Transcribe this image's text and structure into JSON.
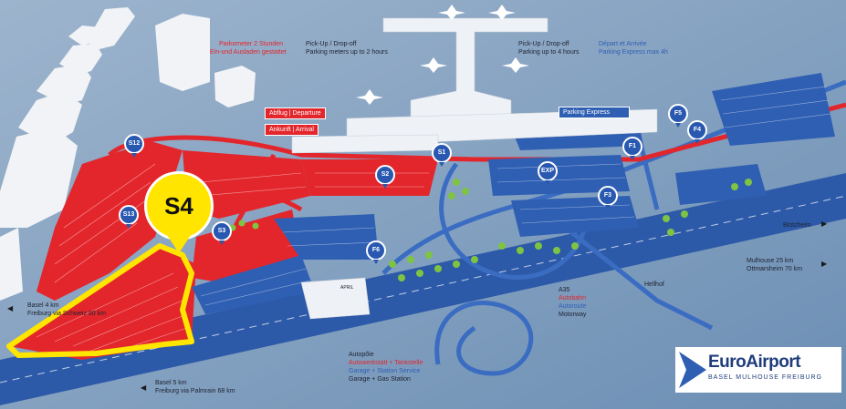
{
  "map": {
    "terminal_labels": {
      "departure": "Abflug | Departure",
      "arrival": "Ankunft | Arrival",
      "parking_express": "Parking Express"
    },
    "pickup_left": {
      "red_line1": "Parkometer 2 Stunden",
      "red_line2": "Ein-und Ausladen gestattet",
      "dark_line1": "Pick-Up / Drop-off",
      "dark_line2": "Parking meters up to 2 hours"
    },
    "pickup_right": {
      "dark_line1": "Pick-Up / Drop-off",
      "dark_line2": "Parking up to 4 hours",
      "blue_line1": "Départ et Arrivée",
      "blue_line2": "Parking Express max 4h"
    },
    "markers": {
      "S1": "S1",
      "S2": "S2",
      "S3": "S3",
      "S4": "S4",
      "S12": "S12",
      "S13": "S13",
      "F1": "F1",
      "F3": "F3",
      "F4": "F4",
      "F5": "F5",
      "F6": "F6",
      "EXP": "EXP"
    },
    "directions": {
      "blotzheim": "Blotzheim",
      "mulhouse": "Mulhouse 25 km",
      "ottmarsheim": "Ottmarsheim 70 km",
      "basel4": "Basel 4 km",
      "freiburg_schweiz": "Freiburg via Schweiz 80 km",
      "basel5": "Basel 5 km",
      "freiburg_palmrain": "Freiburg via Palmrain 68 km",
      "hellhof": "Hellhof"
    },
    "a35": {
      "title": "A35",
      "red": "Autobahn",
      "blue": "Autoroute",
      "dark": "Motorway"
    },
    "autopole": {
      "title": "Autopôle",
      "red": "Autowerkstatt + Tankstelle",
      "blue": "Garage + Station Service",
      "dark": "Garage + Gas Station"
    },
    "building_sign": "APRIL"
  },
  "logo": {
    "name": "EuroAirport",
    "cities": "BASEL MULHOUSE FREIBURG"
  },
  "colors": {
    "background": "#7f9fbf",
    "red_parking": "#e3262c",
    "blue_parking": "#2f5fb3",
    "highlight_yellow": "#ffe500",
    "marker_blue": "#2858b0"
  }
}
